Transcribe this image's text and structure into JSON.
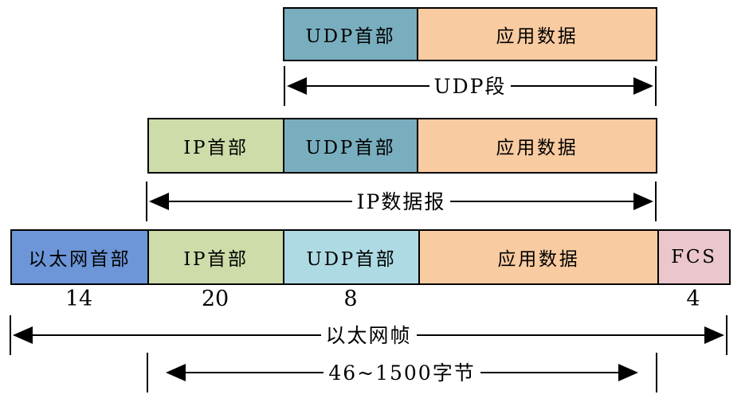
{
  "colors": {
    "udp_header_teal": "#79AEBE",
    "app_data_orange": "#F9CBA1",
    "ip_header_green": "#CDDCA8",
    "eth_header_blue": "#6C96D8",
    "udp_header_cyan": "#AEDAE3",
    "fcs_pink": "#EBC7CD",
    "border": "#000000",
    "background": "#FFFFFF"
  },
  "udp_segment_row": {
    "udp_header": "UDP首部",
    "app_data": "应用数据"
  },
  "udp_segment_arrow": {
    "label": "UDP段"
  },
  "ip_datagram_row": {
    "ip_header": "IP首部",
    "udp_header": "UDP首部",
    "app_data": "应用数据"
  },
  "ip_datagram_arrow": {
    "label": "IP数据报"
  },
  "ethernet_frame_row": {
    "eth_header": "以太网首部",
    "ip_header": "IP首部",
    "udp_header": "UDP首部",
    "app_data": "应用数据",
    "fcs": "FCS"
  },
  "byte_counts": {
    "eth_header": "14",
    "ip_header": "20",
    "udp_header": "8",
    "fcs": "4"
  },
  "ethernet_frame_arrow": {
    "label": "以太网帧"
  },
  "payload_range_arrow": {
    "label": "46~1500字节"
  }
}
